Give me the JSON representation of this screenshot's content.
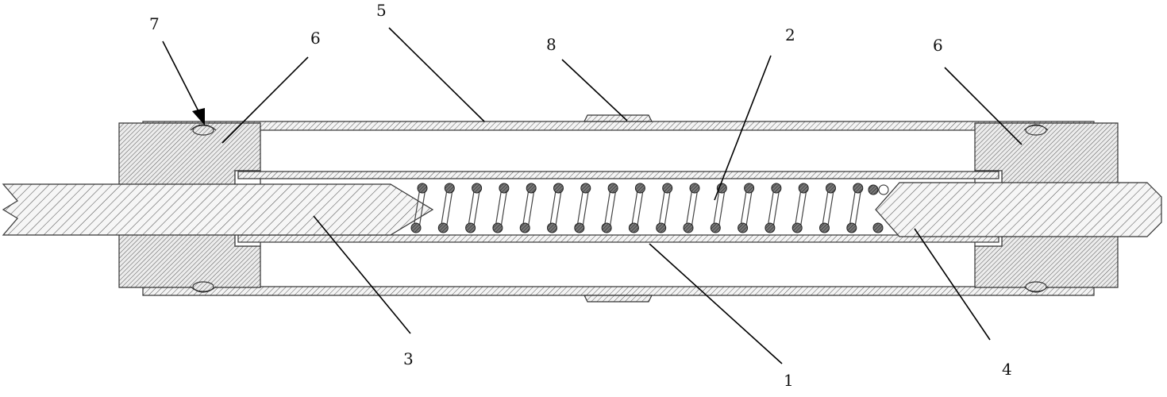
{
  "labels": {
    "l1": "1",
    "l2": "2",
    "l3": "3",
    "l4": "4",
    "l5": "5",
    "l6_left": "6",
    "l6_right": "6",
    "l7": "7",
    "l8": "8"
  },
  "colors": {
    "line": "#333333",
    "hatch": "#555555",
    "wire": "#444444",
    "background": "#ffffff"
  }
}
